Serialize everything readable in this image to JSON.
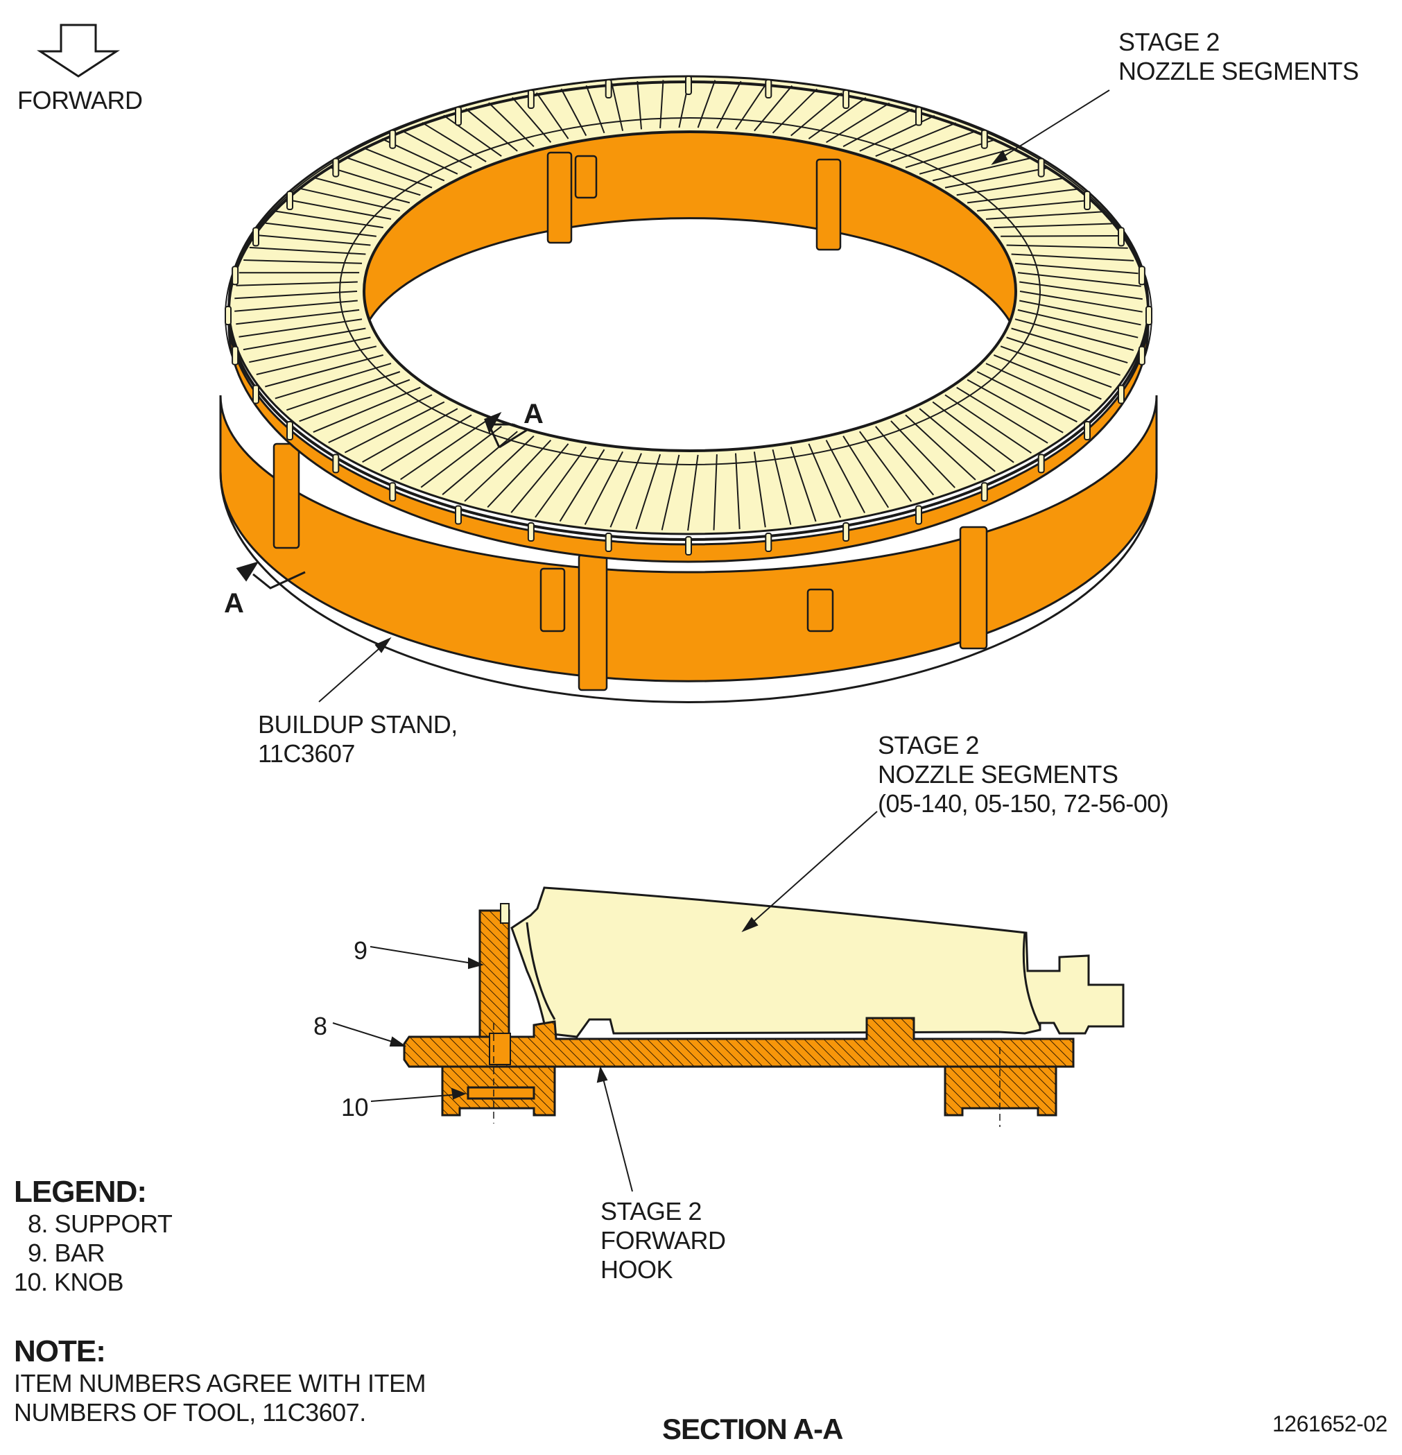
{
  "direction": {
    "label": "FORWARD"
  },
  "callouts": {
    "nozzle_top": [
      "STAGE 2",
      "NOZZLE SEGMENTS"
    ],
    "buildup_stand": [
      "BUILDUP STAND,",
      "11C3607"
    ],
    "nozzle_section": [
      "STAGE 2",
      "NOZZLE SEGMENTS",
      "(05-140, 05-150, 72-56-00)"
    ],
    "forward_hook": [
      "STAGE 2",
      "FORWARD",
      "HOOK"
    ],
    "section_mark": "A",
    "item_9": "9",
    "item_8": "8",
    "item_10": "10"
  },
  "legend": {
    "heading": "LEGEND:",
    "items": [
      "8. SUPPORT",
      "9. BAR",
      "10. KNOB"
    ]
  },
  "note": {
    "heading": "NOTE:",
    "lines": [
      "ITEM NUMBERS AGREE WITH ITEM",
      "NUMBERS OF TOOL, 11C3607."
    ]
  },
  "section_title": "SECTION A-A",
  "figure_number": "1261652-02",
  "colors": {
    "stand": "#f7960a",
    "nozzle": "#fbf6c4",
    "outline": "#1a1a1a"
  }
}
